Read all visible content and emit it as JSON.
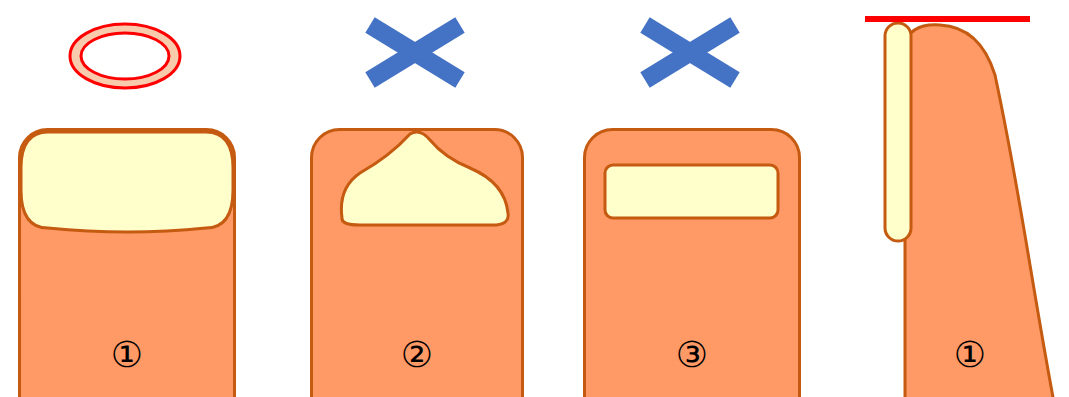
{
  "diagram": {
    "nodes": [
      {
        "text": [
          "①"
        ]
      },
      {
        "text": [
          "②"
        ]
      },
      {
        "text": [
          "③"
        ]
      },
      {
        "text": [
          "①"
        ]
      }
    ]
  }
}
